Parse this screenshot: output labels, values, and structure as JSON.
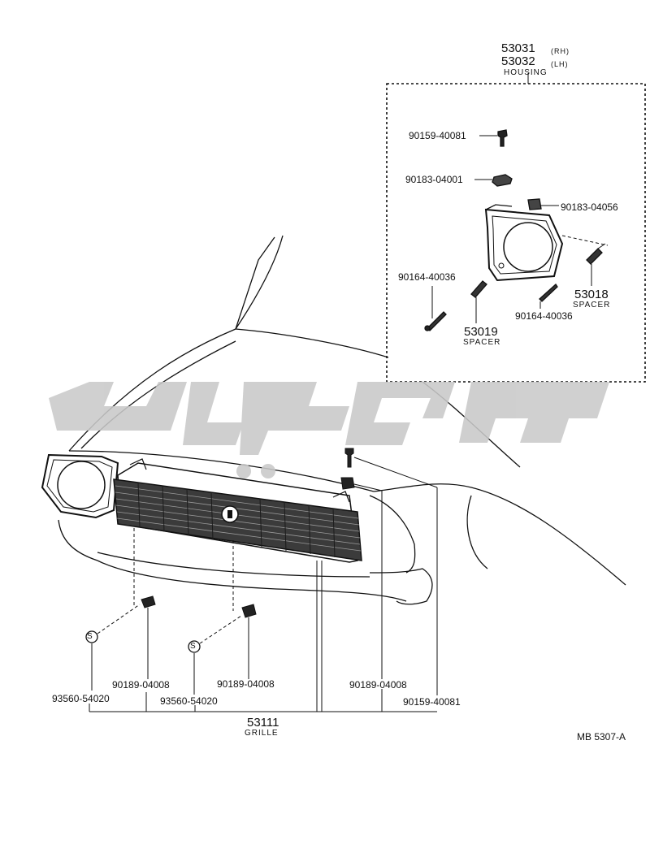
{
  "housing": {
    "part_rh": "53031",
    "side_rh": "(RH)",
    "part_lh": "53032",
    "side_lh": "(LH)",
    "name": "HOUSING"
  },
  "parts": {
    "bolt_top": "90159-40081",
    "nut_top": "90183-04001",
    "nut_right": "90183-04056",
    "screw_left": "90164-40036",
    "screw_right": "90164-40036",
    "spacer_right_num": "53018",
    "spacer_right_name": "SPACER",
    "spacer_center_num": "53019",
    "spacer_center_name": "SPACER",
    "clip_a": "90189-04008",
    "clip_b": "90189-04008",
    "clip_c": "90189-04008",
    "bolt_bottom": "90159-40081",
    "screw_s_a": "93560-54020",
    "screw_s_b": "93560-54020",
    "s_mark_a": "S",
    "s_mark_b": "S"
  },
  "grille": {
    "part": "53111",
    "name": "GRILLE"
  },
  "ref_code": "MB 5307-A",
  "watermark_color": "#c9c9c9",
  "line_color": "#111111"
}
